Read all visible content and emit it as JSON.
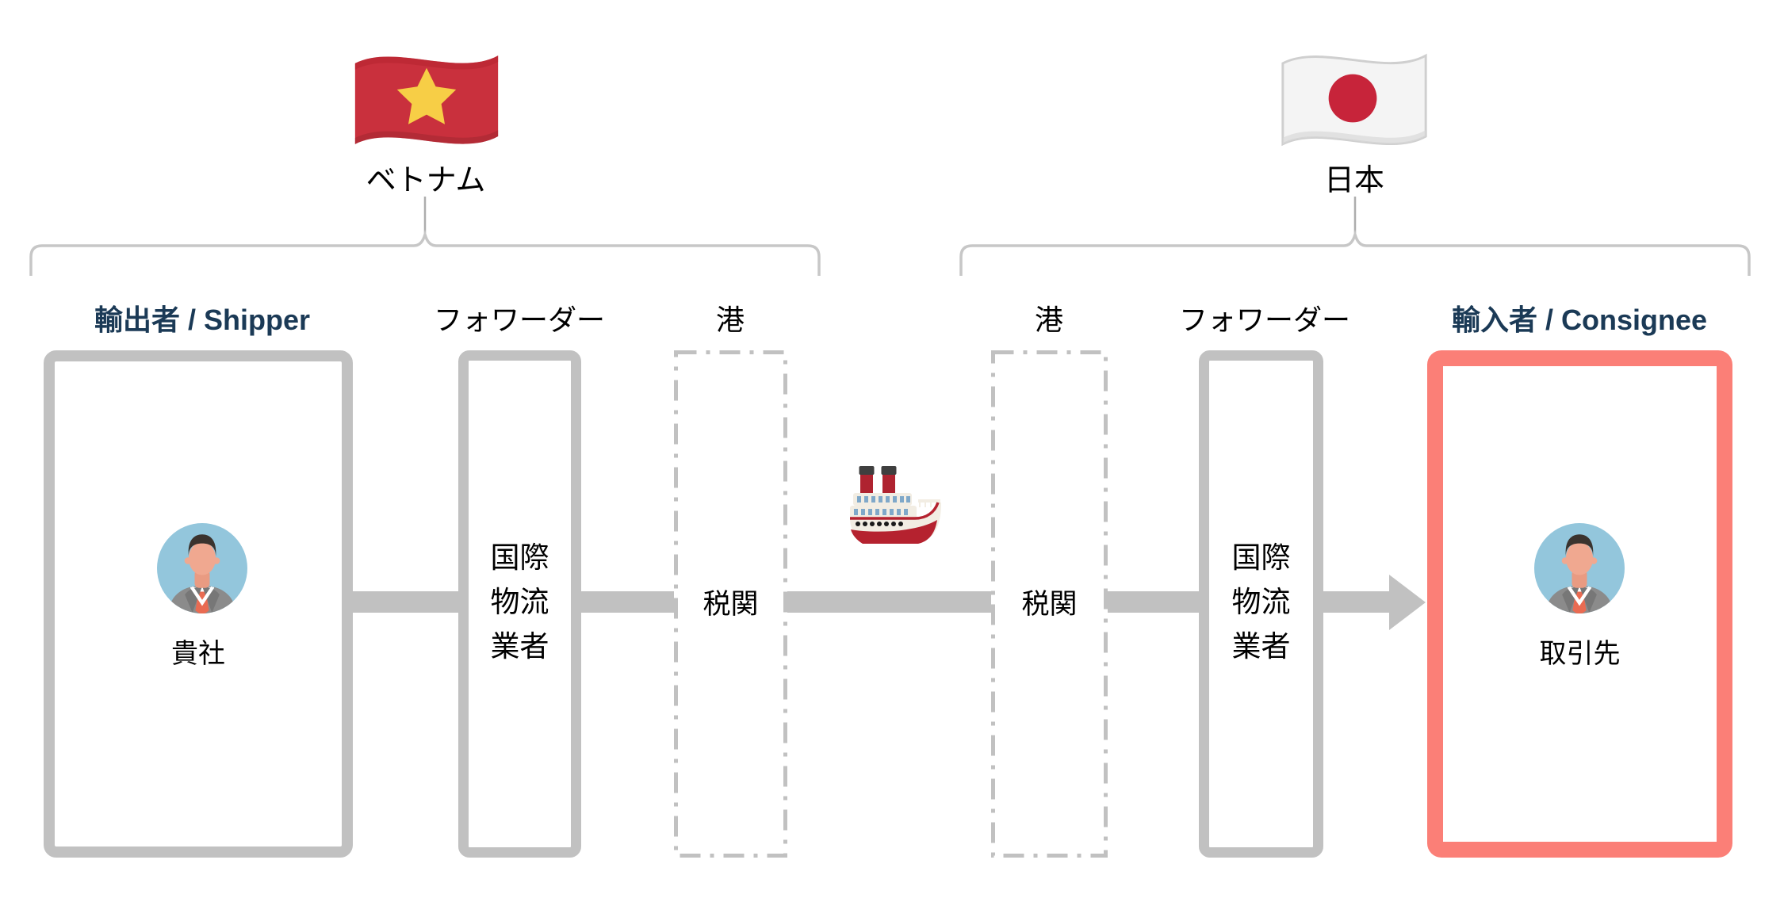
{
  "countries": [
    {
      "label": "ベトナム",
      "flag_icon": "vietnam-flag"
    },
    {
      "label": "日本",
      "flag_icon": "japan-flag"
    }
  ],
  "columns": [
    {
      "header": "輸出者 / Shipper",
      "header_style": "navy",
      "box_style": "solid-gray-thick",
      "label": "貴社",
      "avatar_icon": "businessman"
    },
    {
      "header": "フォワーダー",
      "header_style": "plain",
      "box_style": "solid-gray",
      "lines": [
        "国際",
        "物流",
        "業者"
      ]
    },
    {
      "header": "港",
      "header_style": "plain",
      "box_style": "dash-dot-gray",
      "label": "税関"
    },
    {
      "header": "港",
      "header_style": "plain",
      "box_style": "dash-dot-gray",
      "label": "税関"
    },
    {
      "header": "フォワーダー",
      "header_style": "plain",
      "box_style": "solid-gray",
      "lines": [
        "国際",
        "物流",
        "業者"
      ]
    },
    {
      "header": "輸入者 / Consignee",
      "header_style": "navy",
      "box_style": "solid-red",
      "label": "取引先",
      "avatar_icon": "businessman"
    }
  ],
  "flow": {
    "direction": "left-to-right",
    "transport_icon": "ship"
  },
  "icons": {
    "vietnam_flag": "🇻🇳",
    "japan_flag": "🇯🇵",
    "ship": "🚢",
    "businessman": "👨‍💼"
  },
  "colors": {
    "accent_red": "#FB7F77",
    "border_gray": "#C1C1C1",
    "navy": "#1B3A56",
    "brace_gray": "#C7C7C7"
  }
}
